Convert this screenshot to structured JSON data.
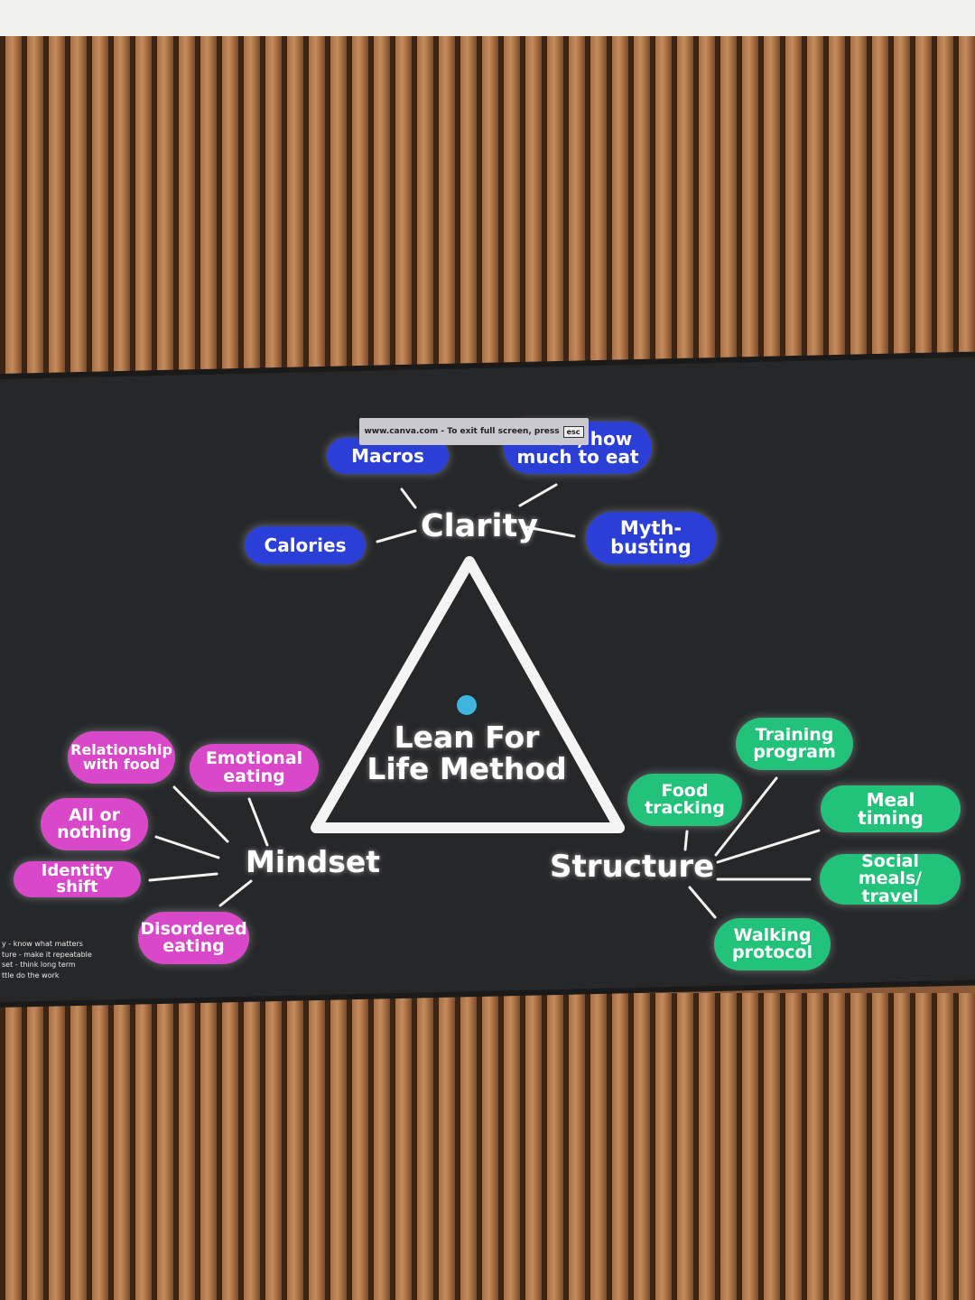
{
  "banner": {
    "text": "www.canva.com - To exit full screen, press",
    "key": "esc"
  },
  "center": {
    "line1": "Lean For",
    "line2": "Life Method"
  },
  "hubs": {
    "clarity": "Clarity",
    "mindset": "Mindset",
    "structure": "Structure"
  },
  "clarity_items": {
    "macros": "Macros",
    "what_how": [
      "What, how",
      "much to eat"
    ],
    "calories": "Calories",
    "myth": [
      "Myth-",
      "busting"
    ]
  },
  "mindset_items": {
    "relationship": [
      "Relationship",
      "with food"
    ],
    "emotional": [
      "Emotional",
      "eating"
    ],
    "all_or_nothing": [
      "All or",
      "nothing"
    ],
    "identity": "Identity shift",
    "disordered": [
      "Disordered",
      "eating"
    ]
  },
  "structure_items": {
    "training": [
      "Training",
      "program"
    ],
    "food_tracking": [
      "Food",
      "tracking"
    ],
    "meal_timing": "Meal timing",
    "social": [
      "Social meals/",
      "travel"
    ],
    "walking": [
      "Walking",
      "protocol"
    ]
  },
  "notes": [
    "y - know what matters",
    "ture - make it repeatable",
    "set - think long term",
    "ttle do the work"
  ],
  "colors": {
    "clarity": "#2b3fd6",
    "mindset": "#d848c8",
    "structure": "#22c27a",
    "screen": "#262729"
  }
}
